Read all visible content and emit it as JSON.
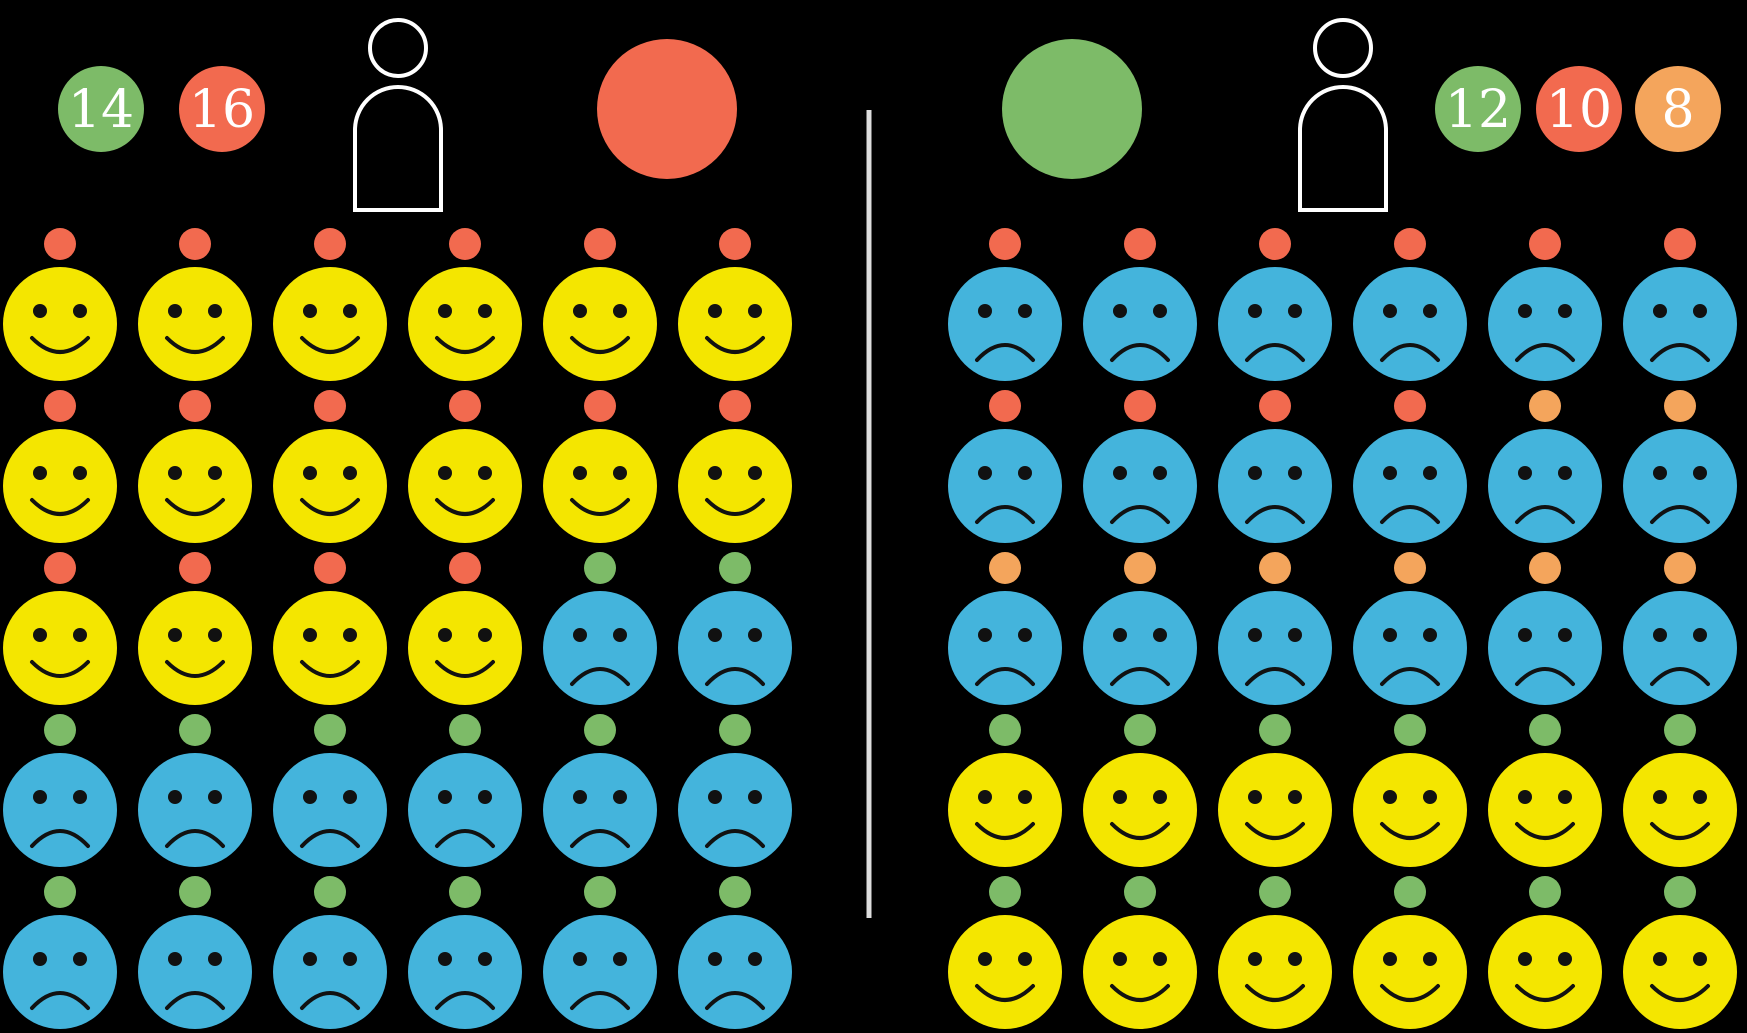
{
  "colors": {
    "green": "#7dbb68",
    "red": "#f26a4f",
    "orange": "#f4a55c",
    "yellow": "#f4e600",
    "blue": "#44b4dc",
    "face_feature": "#111111",
    "divider": "#dddddd",
    "person_outline": "#ffffff"
  },
  "left_panel": {
    "counts": [
      {
        "color": "green",
        "value": "14"
      },
      {
        "color": "red",
        "value": "16"
      }
    ],
    "person_icon": "person-outline-icon",
    "choice_color": "red",
    "grid": [
      [
        {
          "dot": "red",
          "face": "happy"
        },
        {
          "dot": "red",
          "face": "happy"
        },
        {
          "dot": "red",
          "face": "happy"
        },
        {
          "dot": "red",
          "face": "happy"
        },
        {
          "dot": "red",
          "face": "happy"
        },
        {
          "dot": "red",
          "face": "happy"
        }
      ],
      [
        {
          "dot": "red",
          "face": "happy"
        },
        {
          "dot": "red",
          "face": "happy"
        },
        {
          "dot": "red",
          "face": "happy"
        },
        {
          "dot": "red",
          "face": "happy"
        },
        {
          "dot": "red",
          "face": "happy"
        },
        {
          "dot": "red",
          "face": "happy"
        }
      ],
      [
        {
          "dot": "red",
          "face": "happy"
        },
        {
          "dot": "red",
          "face": "happy"
        },
        {
          "dot": "red",
          "face": "happy"
        },
        {
          "dot": "red",
          "face": "happy"
        },
        {
          "dot": "green",
          "face": "sad"
        },
        {
          "dot": "green",
          "face": "sad"
        }
      ],
      [
        {
          "dot": "green",
          "face": "sad"
        },
        {
          "dot": "green",
          "face": "sad"
        },
        {
          "dot": "green",
          "face": "sad"
        },
        {
          "dot": "green",
          "face": "sad"
        },
        {
          "dot": "green",
          "face": "sad"
        },
        {
          "dot": "green",
          "face": "sad"
        }
      ],
      [
        {
          "dot": "green",
          "face": "sad"
        },
        {
          "dot": "green",
          "face": "sad"
        },
        {
          "dot": "green",
          "face": "sad"
        },
        {
          "dot": "green",
          "face": "sad"
        },
        {
          "dot": "green",
          "face": "sad"
        },
        {
          "dot": "green",
          "face": "sad"
        }
      ]
    ]
  },
  "right_panel": {
    "counts": [
      {
        "color": "green",
        "value": "12"
      },
      {
        "color": "red",
        "value": "10"
      },
      {
        "color": "orange",
        "value": "8"
      }
    ],
    "person_icon": "person-outline-icon",
    "choice_color": "green",
    "grid": [
      [
        {
          "dot": "red",
          "face": "sad"
        },
        {
          "dot": "red",
          "face": "sad"
        },
        {
          "dot": "red",
          "face": "sad"
        },
        {
          "dot": "red",
          "face": "sad"
        },
        {
          "dot": "red",
          "face": "sad"
        },
        {
          "dot": "red",
          "face": "sad"
        }
      ],
      [
        {
          "dot": "red",
          "face": "sad"
        },
        {
          "dot": "red",
          "face": "sad"
        },
        {
          "dot": "red",
          "face": "sad"
        },
        {
          "dot": "red",
          "face": "sad"
        },
        {
          "dot": "orange",
          "face": "sad"
        },
        {
          "dot": "orange",
          "face": "sad"
        }
      ],
      [
        {
          "dot": "orange",
          "face": "sad"
        },
        {
          "dot": "orange",
          "face": "sad"
        },
        {
          "dot": "orange",
          "face": "sad"
        },
        {
          "dot": "orange",
          "face": "sad"
        },
        {
          "dot": "orange",
          "face": "sad"
        },
        {
          "dot": "orange",
          "face": "sad"
        }
      ],
      [
        {
          "dot": "green",
          "face": "happy"
        },
        {
          "dot": "green",
          "face": "happy"
        },
        {
          "dot": "green",
          "face": "happy"
        },
        {
          "dot": "green",
          "face": "happy"
        },
        {
          "dot": "green",
          "face": "happy"
        },
        {
          "dot": "green",
          "face": "happy"
        }
      ],
      [
        {
          "dot": "green",
          "face": "happy"
        },
        {
          "dot": "green",
          "face": "happy"
        },
        {
          "dot": "green",
          "face": "happy"
        },
        {
          "dot": "green",
          "face": "happy"
        },
        {
          "dot": "green",
          "face": "happy"
        },
        {
          "dot": "green",
          "face": "happy"
        }
      ]
    ]
  }
}
